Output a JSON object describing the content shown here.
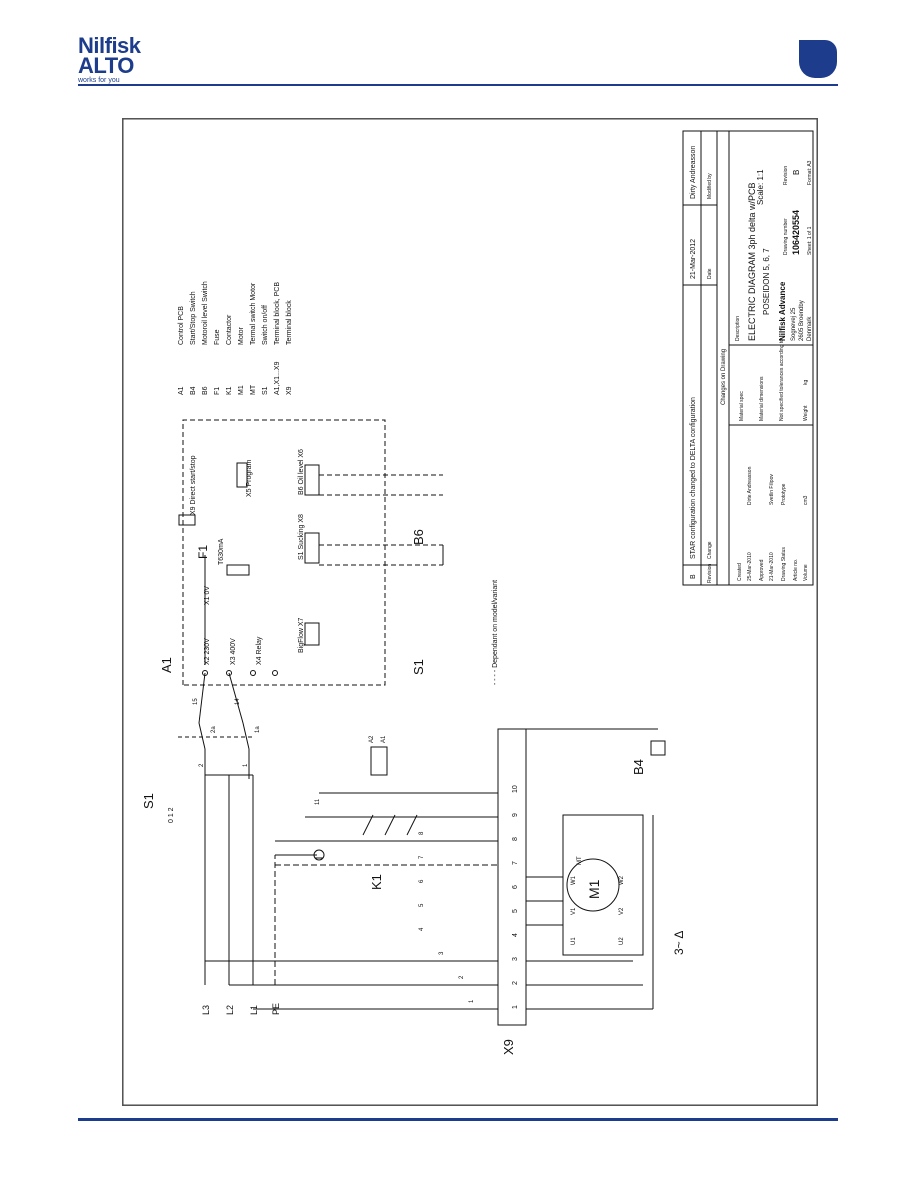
{
  "brand": {
    "line1": "Nilfisk",
    "line2": "ALTO",
    "tagline": "works for you",
    "color": "#1d3d8c"
  },
  "legend": [
    {
      "code": "A1",
      "desc": "Control PCB"
    },
    {
      "code": "B4",
      "desc": "Start/Stop Switch"
    },
    {
      "code": "B6",
      "desc": "Motoroil level Switch"
    },
    {
      "code": "F1",
      "desc": "Fuse"
    },
    {
      "code": "K1",
      "desc": "Contactor"
    },
    {
      "code": "M1",
      "desc": "Motor"
    },
    {
      "code": "MT",
      "desc": "Termal switch Motor"
    },
    {
      "code": "S1",
      "desc": "Switch on/off"
    },
    {
      "code": "A1,X1...X9",
      "desc": "Terminal block, PCB"
    },
    {
      "code": "X9",
      "desc": "Terminal block"
    }
  ],
  "diagram": {
    "supply": [
      "L3",
      "L2",
      "L1",
      "PE"
    ],
    "board_label": "A1",
    "fuse_label": "F1",
    "fuse_value": "T630mA",
    "terminals": [
      "X1 0V",
      "X2 230V",
      "X3 400V",
      "X4 Relay"
    ],
    "connectors": [
      "X9 Direct start/stop",
      "X5 Program",
      "BigFlow X7",
      "S1 Sucking X8",
      "B6 Oil level X6"
    ],
    "switch_s1_label": "S1",
    "switch_s1_positions": "0 1 2",
    "s1_small": "S1",
    "b6_label": "B6",
    "b4_label": "B4",
    "contactor": "K1",
    "contactor_coil": [
      "A2",
      "A1"
    ],
    "motor": "M1",
    "motor_thermal": "MT",
    "terminal_block": "X9",
    "tb_numbers": [
      "1",
      "2",
      "3",
      "4",
      "5",
      "6",
      "7",
      "8",
      "9",
      "10"
    ],
    "wire_numbers": [
      "15",
      "14",
      "11",
      "8",
      "7",
      "6",
      "5",
      "4",
      "3",
      "2",
      "1"
    ],
    "motor_pins": [
      "U1",
      "V1",
      "W1",
      "U2",
      "V2",
      "W2"
    ],
    "connection_note": "3~ Δ",
    "dependent_note": "- - - - Dependant on model/variant"
  },
  "title_block": {
    "revision": "B",
    "revision_text": "STAR configuration changed to DELTA configuration",
    "revision_date": "21-Mar-2012",
    "revision_by": "Dirty Andreasson",
    "col_revision": "Revision",
    "col_change": "Change",
    "col_date": "Date",
    "col_modified": "Modified by",
    "changes_on_drawing": "Changes on Drawing",
    "description_label": "Description",
    "description": "ELECTRIC DIAGRAM 3ph delta w/PCB",
    "model": "POSEIDON 5, 6, 7",
    "created_label": "Created",
    "created_date": "25-Mar-2010",
    "created_by": "Dirte Andreasson",
    "approved_label": "Approved",
    "approved_date": "21-Mar-2010",
    "approved_by": "Svetlin Filipov",
    "drawing_status_label": "Drawing Status",
    "drawing_status": "Prototype",
    "article_label": "Article no.",
    "material_spec_label": "Material spec",
    "material_dim_label": "Material dimensions",
    "volume_label": "Volume",
    "volume_unit": "cm3",
    "weight_label": "Weight",
    "weight_unit": "kg",
    "tolerance_note": "Not specified tolerances according to:",
    "drawing_number_label": "Drawing number",
    "drawing_number": "106420554",
    "revision_label": "Revision",
    "sheet": "Sheet: 1 of 1",
    "format": "Format: A3",
    "scale": "Scale: 1:1",
    "company": "Nilfisk Advance",
    "address": [
      "Sognevej 25",
      "2605 Broendby",
      "Denmark"
    ]
  }
}
